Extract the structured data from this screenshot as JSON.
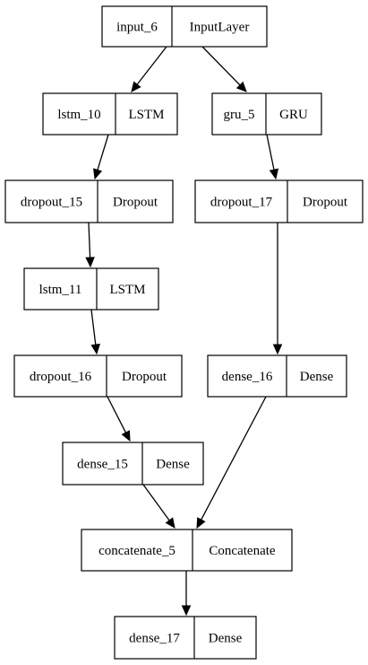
{
  "diagram": {
    "nodes": [
      {
        "id": "input_6",
        "name": "input_6",
        "type": "InputLayer"
      },
      {
        "id": "lstm_10",
        "name": "lstm_10",
        "type": "LSTM"
      },
      {
        "id": "gru_5",
        "name": "gru_5",
        "type": "GRU"
      },
      {
        "id": "dropout_15",
        "name": "dropout_15",
        "type": "Dropout"
      },
      {
        "id": "dropout_17",
        "name": "dropout_17",
        "type": "Dropout"
      },
      {
        "id": "lstm_11",
        "name": "lstm_11",
        "type": "LSTM"
      },
      {
        "id": "dropout_16",
        "name": "dropout_16",
        "type": "Dropout"
      },
      {
        "id": "dense_16",
        "name": "dense_16",
        "type": "Dense"
      },
      {
        "id": "dense_15",
        "name": "dense_15",
        "type": "Dense"
      },
      {
        "id": "concatenate_5",
        "name": "concatenate_5",
        "type": "Concatenate"
      },
      {
        "id": "dense_17",
        "name": "dense_17",
        "type": "Dense"
      }
    ],
    "edges": [
      {
        "from": "input_6",
        "to": "lstm_10"
      },
      {
        "from": "input_6",
        "to": "gru_5"
      },
      {
        "from": "lstm_10",
        "to": "dropout_15"
      },
      {
        "from": "gru_5",
        "to": "dropout_17"
      },
      {
        "from": "dropout_15",
        "to": "lstm_11"
      },
      {
        "from": "lstm_11",
        "to": "dropout_16"
      },
      {
        "from": "dropout_17",
        "to": "dense_16"
      },
      {
        "from": "dropout_16",
        "to": "dense_15"
      },
      {
        "from": "dense_15",
        "to": "concatenate_5"
      },
      {
        "from": "dense_16",
        "to": "concatenate_5"
      },
      {
        "from": "concatenate_5",
        "to": "dense_17"
      }
    ]
  }
}
